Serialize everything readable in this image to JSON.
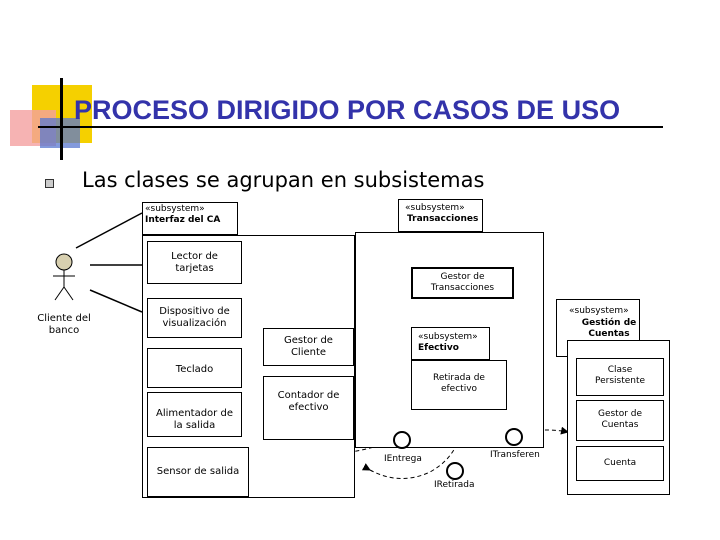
{
  "slide": {
    "title": "PROCESO DIRIGIDO POR CASOS DE USO",
    "bullet": "Las clases se agrupan en subsistemas"
  },
  "diagram": {
    "actor": {
      "line1": "Cliente del",
      "line2": "banco"
    },
    "stereotype": "«subsystem»",
    "interfaz_name": "Interfaz del CA",
    "lector": {
      "line1": "Lector de",
      "line2": "tarjetas"
    },
    "dispositivo": {
      "line1": "Dispositivo de",
      "line2": "visualización"
    },
    "teclado": "Teclado",
    "alimentador": {
      "line1": "Alimentador de",
      "line2": "la salida"
    },
    "sensor": "Sensor de salida",
    "transacciones_name": "Transacciones",
    "gestor_trans": {
      "line1": "Gestor de",
      "line2": "Transacciones"
    },
    "gestor_cliente": {
      "line1": "Gestor de",
      "line2": "Cliente"
    },
    "contador": {
      "line1": "Contador de",
      "line2": "efectivo"
    },
    "efectivo_name": "Efectivo",
    "retirada": {
      "line1": "Retirada de",
      "line2": "efectivo"
    },
    "gestion_cuentas": {
      "line1": "Gestión de",
      "line2": "Cuentas"
    },
    "clase_persistente": {
      "line1": "Clase",
      "line2": "Persistente"
    },
    "gestor_cuentas": {
      "line1": "Gestor de",
      "line2": "Cuentas"
    },
    "cuenta": "Cuenta",
    "interfaces": {
      "entrega": "IEntrega",
      "transferen": "ITransferen",
      "retirada": "IRetirada"
    }
  },
  "colors": {
    "title": "#3333aa",
    "deco_yellow": "#f5d000",
    "deco_red": "#f08080",
    "deco_blue": "#5a78d0"
  }
}
